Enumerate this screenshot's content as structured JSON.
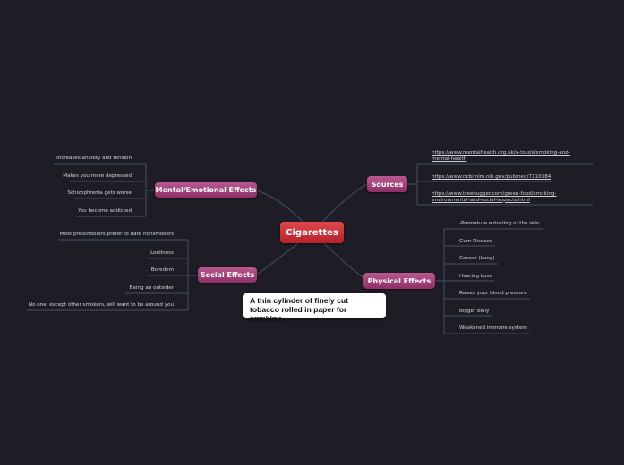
{
  "root": {
    "label": "Cigarettes",
    "color": "#c9303a"
  },
  "tooltip": {
    "text": "A thin cylinder of finely cut tobacco rolled in paper for smoking."
  },
  "branches": {
    "mental": {
      "label": "Mental/Emotional Effects",
      "items": [
        "Increases anxiety and tension",
        "Makes you more depressed",
        "Schizophrenia gets worse",
        "You become addicted"
      ]
    },
    "social": {
      "label": "Social Effects",
      "items": [
        "Most preschoolers prefer to date nonsmokers",
        "Lonliness",
        "Boredom",
        "Being an outsider",
        "No one, except other smokers, will want to be around you"
      ]
    },
    "sources": {
      "label": "Sources",
      "items": [
        "https://www.mentalhealth.org.uk/a-to-z/s/smoking-and-mental-health",
        "https://www.ncbi.nlm.nih.gov/pubmed/7110384",
        "https://www.treehugger.com/green-food/smoking-environmental-and-social-impacts.html"
      ]
    },
    "physical": {
      "label": "Physical Effects",
      "items": [
        "-Premature wrinkling of the skin",
        "Gum Disease",
        "Cancer (Lung)",
        "Hearing Loss",
        "Raises your blood pressure",
        "Bigger belly",
        "Weakened immune system"
      ]
    }
  },
  "colors": {
    "background": "#1e1d25",
    "branch": "#9c3c74",
    "connector": "#3b4a5c"
  }
}
